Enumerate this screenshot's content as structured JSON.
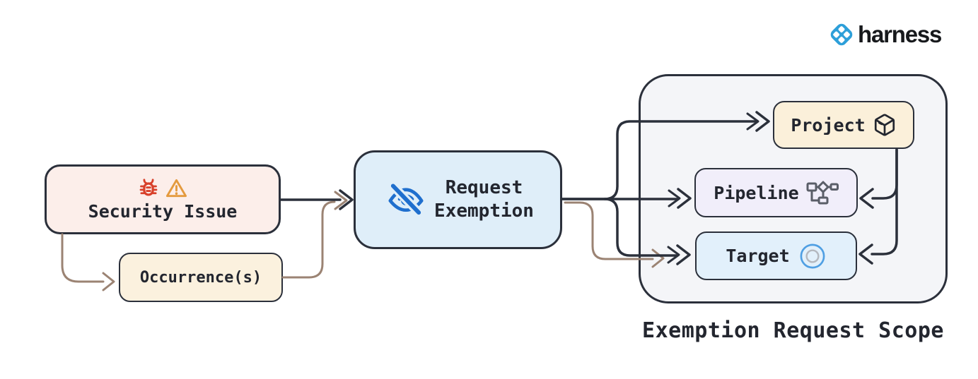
{
  "logo": {
    "brand": "harness"
  },
  "colors": {
    "stroke": "#2b303b",
    "secondary_arrow": "#9b8373",
    "security_fill": "#fceeea",
    "occurrence_fill": "#fbf1de",
    "request_fill": "#dfeef9",
    "scope_fill": "#f4f5f8",
    "project_fill": "#fbf0da",
    "pipeline_fill": "#f1eefa",
    "target_fill": "#e2f0fb",
    "bug_icon": "#d8402a",
    "warning_icon": "#e49a3e",
    "eye_icon": "#1f6fce",
    "harness_blue": "#2d9fd9"
  },
  "nodes": {
    "security": {
      "label": "Security Issue",
      "icons": [
        "bug-icon",
        "warning-icon"
      ]
    },
    "occurrences": {
      "label": "Occurrence(s)"
    },
    "request": {
      "line1": "Request",
      "line2": "Exemption",
      "icon": "eye-off-icon"
    },
    "scope": {
      "caption": "Exemption Request Scope",
      "items": [
        {
          "label": "Project",
          "icon": "package-icon"
        },
        {
          "label": "Pipeline",
          "icon": "pipeline-icon"
        },
        {
          "label": "Target",
          "icon": "target-icon"
        }
      ]
    }
  },
  "connections": [
    {
      "from": "Security Issue",
      "to": "Request Exemption",
      "style": "primary"
    },
    {
      "from": "Security Issue",
      "to": "Occurrence(s)",
      "style": "secondary"
    },
    {
      "from": "Occurrence(s)",
      "to": "Request Exemption",
      "style": "secondary"
    },
    {
      "from": "Request Exemption",
      "to": "Project",
      "style": "primary"
    },
    {
      "from": "Request Exemption",
      "to": "Pipeline",
      "style": "primary"
    },
    {
      "from": "Request Exemption",
      "to": "Target",
      "style": "primary"
    },
    {
      "from": "Request Exemption",
      "to": "Target",
      "style": "secondary"
    },
    {
      "from": "Project",
      "to": "Pipeline",
      "style": "primary"
    },
    {
      "from": "Project",
      "to": "Target",
      "style": "primary"
    }
  ]
}
